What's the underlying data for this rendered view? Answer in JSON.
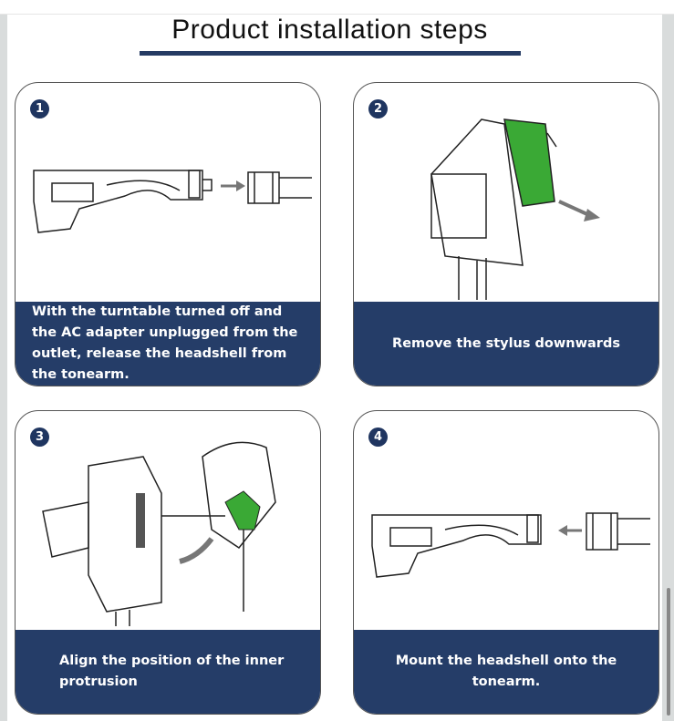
{
  "title": "Product installation steps",
  "steps": [
    {
      "number": "1",
      "caption": "With the turntable turned off and the AC adapter unplugged from the outlet, release the headshell from the tonearm."
    },
    {
      "number": "2",
      "caption": "Remove the stylus downwards"
    },
    {
      "number": "3",
      "caption": "Align the position of the inner protrusion"
    },
    {
      "number": "4",
      "caption": "Mount the headshell onto the tonearm."
    }
  ],
  "colors": {
    "navy": "#253d68",
    "green": "#3aa935"
  }
}
